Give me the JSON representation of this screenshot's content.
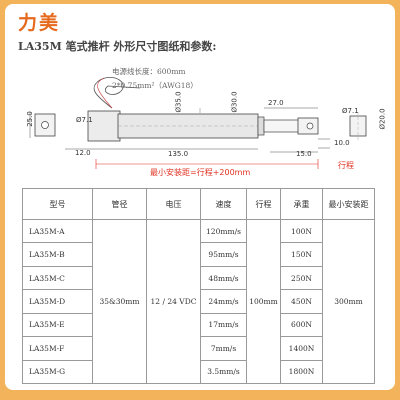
{
  "brand": "力美",
  "heading": "LA35M 笔式推杆 外形尺寸图纸和参数:",
  "drawing": {
    "wire_length": "电源线长度：600mm",
    "wire_spec": "2*0.75mm²（AWG18）",
    "dims": {
      "d25": "25.0",
      "d71a": "Ø7.1",
      "d350": "Ø35.0",
      "d300": "Ø30.0",
      "d270": "27.0",
      "d71b": "Ø7.1",
      "d200": "Ø20.0",
      "d120": "12.0",
      "d1350": "135.0",
      "d100": "10.0",
      "d150": "15.0",
      "stroke": "行程",
      "min_install": "最小安装距=行程+200mm"
    }
  },
  "table": {
    "headers": [
      "型号",
      "管径",
      "电压",
      "速度",
      "行程",
      "承重",
      "最小安装距"
    ],
    "tube": "35&30mm",
    "voltage": "12 / 24 VDC",
    "stroke": "100mm",
    "min_install": "300mm",
    "rows": [
      {
        "model": "LA35M-A",
        "speed": "120mm/s",
        "load": "100N"
      },
      {
        "model": "LA35M-B",
        "speed": "95mm/s",
        "load": "150N"
      },
      {
        "model": "LA35M-C",
        "speed": "48mm/s",
        "load": "250N"
      },
      {
        "model": "LA35M-D",
        "speed": "24mm/s",
        "load": "450N"
      },
      {
        "model": "LA35M-E",
        "speed": "17mm/s",
        "load": "600N"
      },
      {
        "model": "LA35M-F",
        "speed": "7mm/s",
        "load": "1400N"
      },
      {
        "model": "LA35M-G",
        "speed": "3.5mm/s",
        "load": "1800N"
      }
    ]
  }
}
